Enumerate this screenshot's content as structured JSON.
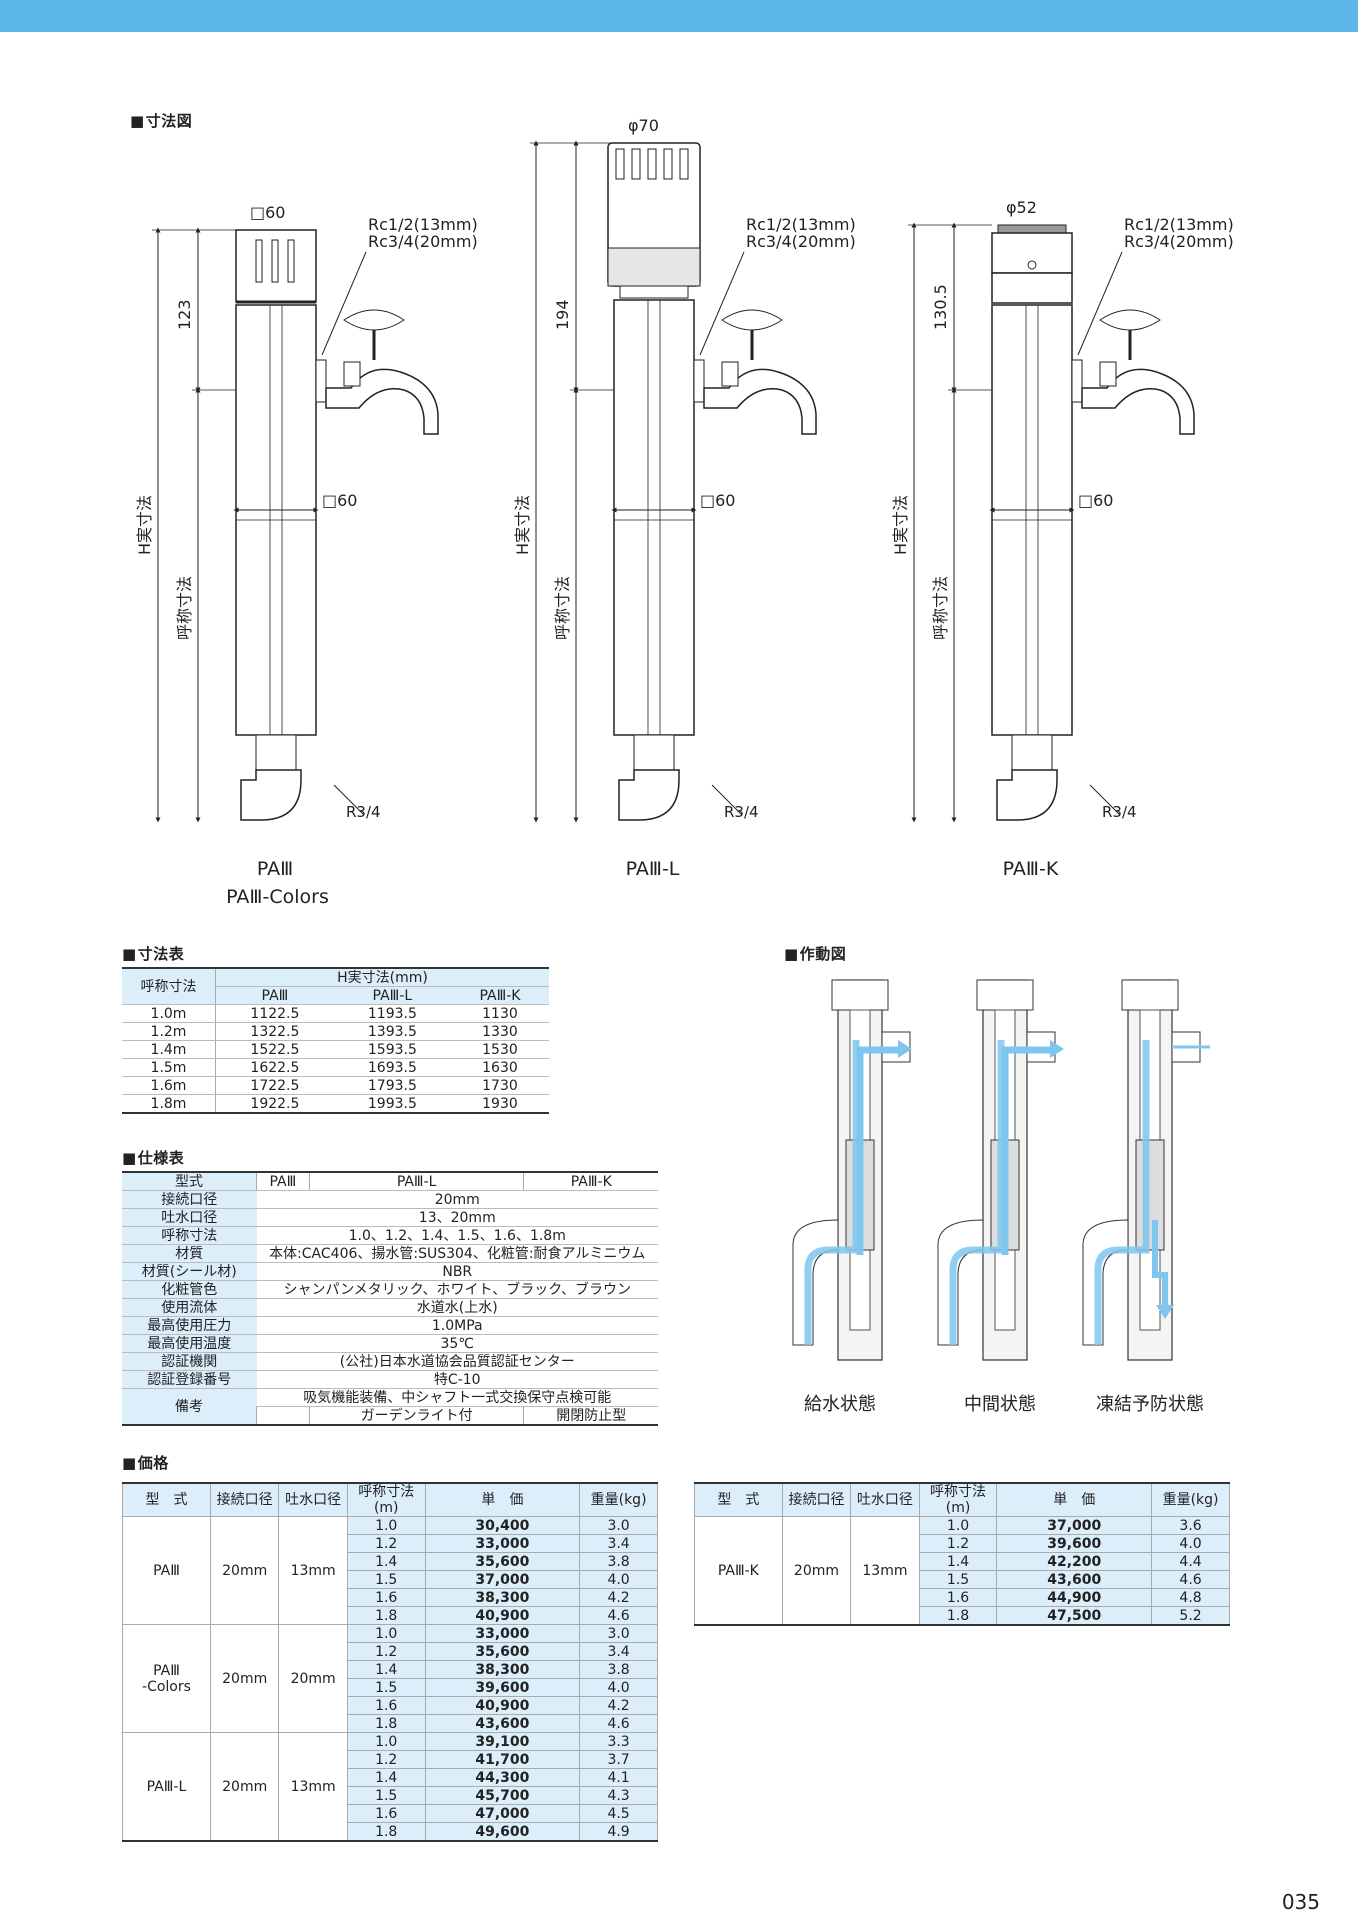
{
  "colors": {
    "accent": "#5db7e8",
    "header_fill": "#dbeefa",
    "flow": "#7fc6ee"
  },
  "sections": {
    "dimension_drawing": "寸法図",
    "dimension_table": "寸法表",
    "operation_diagram": "作動図",
    "spec_table": "仕様表",
    "price": "価格"
  },
  "drawings": {
    "common": {
      "square60": "□60",
      "rc": "Rc1/2(13mm)",
      "rc2": "Rc3/4(20mm)",
      "h_actual": "H実寸法",
      "nominal": "呼称寸法",
      "r34": "R3/4"
    },
    "pa3": {
      "top": "□60",
      "height": "123",
      "name1": "PAⅢ",
      "name2": "PAⅢ-Colors"
    },
    "pa3l": {
      "top": "φ70",
      "height": "194",
      "name1": "PAⅢ-L"
    },
    "pa3k": {
      "top": "φ52",
      "height": "130.5",
      "name1": "PAⅢ-K"
    }
  },
  "operation": [
    "給水状態",
    "中間状態",
    "凍結予防状態"
  ],
  "dimension_table": {
    "col_label": "呼称寸法",
    "h_label": "H実寸法(mm)",
    "models": [
      "PAⅢ",
      "PAⅢ-L",
      "PAⅢ-K"
    ],
    "rows": [
      {
        "size": "1.0m",
        "v": [
          "1122.5",
          "1193.5",
          "1130"
        ]
      },
      {
        "size": "1.2m",
        "v": [
          "1322.5",
          "1393.5",
          "1330"
        ]
      },
      {
        "size": "1.4m",
        "v": [
          "1522.5",
          "1593.5",
          "1530"
        ]
      },
      {
        "size": "1.5m",
        "v": [
          "1622.5",
          "1693.5",
          "1630"
        ]
      },
      {
        "size": "1.6m",
        "v": [
          "1722.5",
          "1793.5",
          "1730"
        ]
      },
      {
        "size": "1.8m",
        "v": [
          "1922.5",
          "1993.5",
          "1930"
        ]
      }
    ]
  },
  "spec_table": {
    "model_label": "型式",
    "models": [
      "PAⅢ",
      "PAⅢ-L",
      "PAⅢ-K"
    ],
    "rows": [
      {
        "k": "接続口径",
        "v": "20mm"
      },
      {
        "k": "吐水口径",
        "v": "13、20mm"
      },
      {
        "k": "呼称寸法",
        "v": "1.0、1.2、1.4、1.5、1.6、1.8m"
      },
      {
        "k": "材質",
        "v": "本体:CAC406、揚水管:SUS304、化粧管:耐食アルミニウム"
      },
      {
        "k": "材質(シール材)",
        "v": "NBR"
      },
      {
        "k": "化粧管色",
        "v": "シャンパンメタリック、ホワイト、ブラック、ブラウン"
      },
      {
        "k": "使用流体",
        "v": "水道水(上水)"
      },
      {
        "k": "最高使用圧力",
        "v": "1.0MPa"
      },
      {
        "k": "最高使用温度",
        "v": "35℃"
      },
      {
        "k": "認証機関",
        "v": "(公社)日本水道協会品質認証センター"
      },
      {
        "k": "認証登録番号",
        "v": "特C-10"
      }
    ],
    "remarks_label": "備考",
    "remarks_common": "吸気機能装備、中シャフト一式交換保守点検可能",
    "remarks_l": "ガーデンライト付",
    "remarks_k": "開閉防止型"
  },
  "price_headers": [
    "型　式",
    "接続口径",
    "吐水口径",
    "呼称寸法(m)",
    "単　価",
    "重量(kg)"
  ],
  "price_left": [
    {
      "model": "PAⅢ",
      "conn": "20mm",
      "out": "13mm",
      "rows": [
        [
          "1.0",
          "30,400",
          "3.0"
        ],
        [
          "1.2",
          "33,000",
          "3.4"
        ],
        [
          "1.4",
          "35,600",
          "3.8"
        ],
        [
          "1.5",
          "37,000",
          "4.0"
        ],
        [
          "1.6",
          "38,300",
          "4.2"
        ],
        [
          "1.8",
          "40,900",
          "4.6"
        ]
      ]
    },
    {
      "model": "PAⅢ\n-Colors",
      "conn": "20mm",
      "out": "20mm",
      "rows": [
        [
          "1.0",
          "33,000",
          "3.0"
        ],
        [
          "1.2",
          "35,600",
          "3.4"
        ],
        [
          "1.4",
          "38,300",
          "3.8"
        ],
        [
          "1.5",
          "39,600",
          "4.0"
        ],
        [
          "1.6",
          "40,900",
          "4.2"
        ],
        [
          "1.8",
          "43,600",
          "4.6"
        ]
      ]
    },
    {
      "model": "PAⅢ-L",
      "conn": "20mm",
      "out": "13mm",
      "rows": [
        [
          "1.0",
          "39,100",
          "3.3"
        ],
        [
          "1.2",
          "41,700",
          "3.7"
        ],
        [
          "1.4",
          "44,300",
          "4.1"
        ],
        [
          "1.5",
          "45,700",
          "4.3"
        ],
        [
          "1.6",
          "47,000",
          "4.5"
        ],
        [
          "1.8",
          "49,600",
          "4.9"
        ]
      ]
    }
  ],
  "price_right": [
    {
      "model": "PAⅢ-K",
      "conn": "20mm",
      "out": "13mm",
      "rows": [
        [
          "1.0",
          "37,000",
          "3.6"
        ],
        [
          "1.2",
          "39,600",
          "4.0"
        ],
        [
          "1.4",
          "42,200",
          "4.4"
        ],
        [
          "1.5",
          "43,600",
          "4.6"
        ],
        [
          "1.6",
          "44,900",
          "4.8"
        ],
        [
          "1.8",
          "47,500",
          "5.2"
        ]
      ]
    }
  ],
  "page_number": "035"
}
